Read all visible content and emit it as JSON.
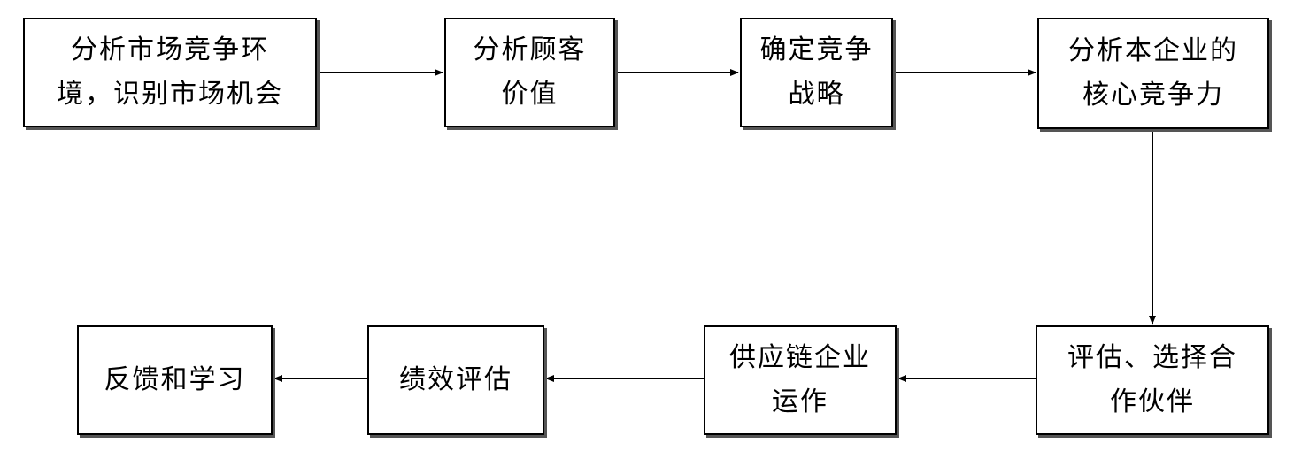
{
  "diagram": {
    "type": "flowchart",
    "colors": {
      "line": "#000000",
      "box_border": "#000000",
      "box_shadow": "#555555",
      "background": "#ffffff"
    },
    "nodes": [
      {
        "id": "n1",
        "label": "分析市场竞争环\n境，识别市场机会"
      },
      {
        "id": "n2",
        "label": "分析顾客\n价值"
      },
      {
        "id": "n3",
        "label": "确定竞争\n战略"
      },
      {
        "id": "n4",
        "label": "分析本企业的\n核心竞争力"
      },
      {
        "id": "n5",
        "label": "评估、选择合\n作伙伴"
      },
      {
        "id": "n6",
        "label": "供应链企业\n运作"
      },
      {
        "id": "n7",
        "label": "绩效评估"
      },
      {
        "id": "n8",
        "label": "反馈和学习"
      }
    ],
    "edges": [
      {
        "from": "n1",
        "to": "n2"
      },
      {
        "from": "n2",
        "to": "n3"
      },
      {
        "from": "n3",
        "to": "n4"
      },
      {
        "from": "n4",
        "to": "n5"
      },
      {
        "from": "n5",
        "to": "n6"
      },
      {
        "from": "n6",
        "to": "n7"
      },
      {
        "from": "n7",
        "to": "n8"
      }
    ]
  }
}
